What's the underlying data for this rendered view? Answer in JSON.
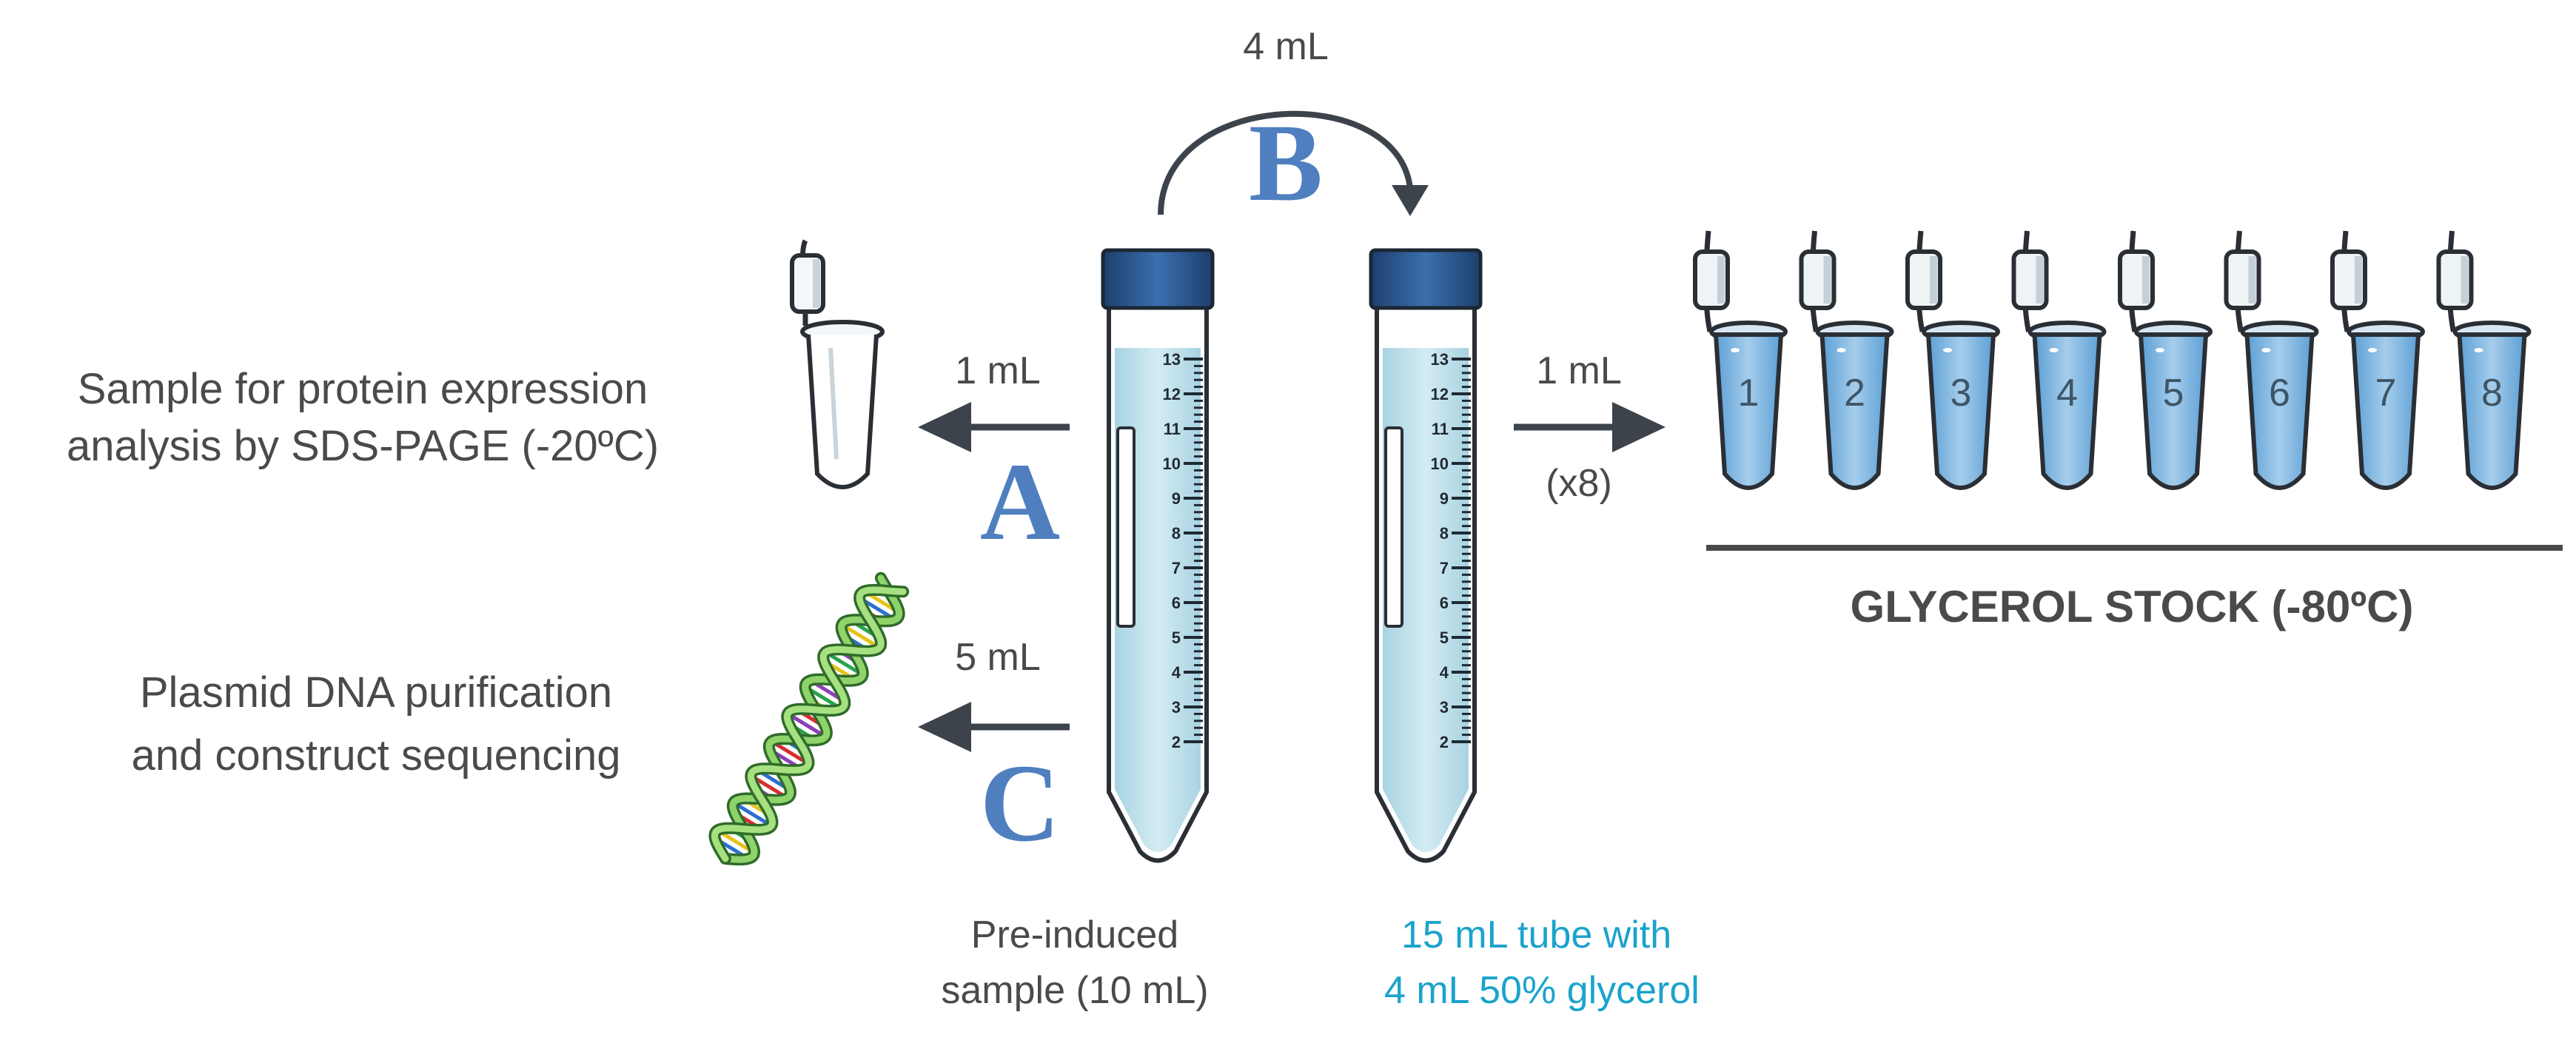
{
  "top_transfer": {
    "volume": "4 mL",
    "step": "B"
  },
  "step_a": {
    "volume": "1 mL",
    "step": "A",
    "target": [
      "Sample for protein expression",
      "analysis by SDS-PAGE (-20ºC)"
    ]
  },
  "step_c": {
    "volume": "5 mL",
    "step": "C",
    "target": [
      "Plasmid DNA purification",
      "and construct sequencing"
    ]
  },
  "aliquot": {
    "volume": "1 mL",
    "repeat": "(x8)"
  },
  "source_tube": {
    "caption": [
      "Pre-induced",
      "sample (10 mL)"
    ]
  },
  "glycerol_tube": {
    "caption": [
      "15 mL tube with",
      "4 mL 50% glycerol"
    ]
  },
  "scale_marks": [
    "13",
    "12",
    "11",
    "10",
    "9",
    "8",
    "7",
    "6",
    "5",
    "4",
    "3",
    "2"
  ],
  "stock_tubes": [
    "1",
    "2",
    "3",
    "4",
    "5",
    "6",
    "7",
    "8"
  ],
  "stock_label": "GLYCEROL STOCK (-80ºC)",
  "colors": {
    "text": "#4a4a4a",
    "accent_letters": "#4f7fbf",
    "caption_cyan": "#1aa3cc",
    "liquid": "#bfe0ea",
    "cap": "#2f5f98",
    "microtube_fill": "#7fb6e0",
    "arrow": "#3c434b"
  },
  "icons": [
    "falcon-tube",
    "microcentrifuge-tube",
    "dna-helix",
    "arrow"
  ]
}
